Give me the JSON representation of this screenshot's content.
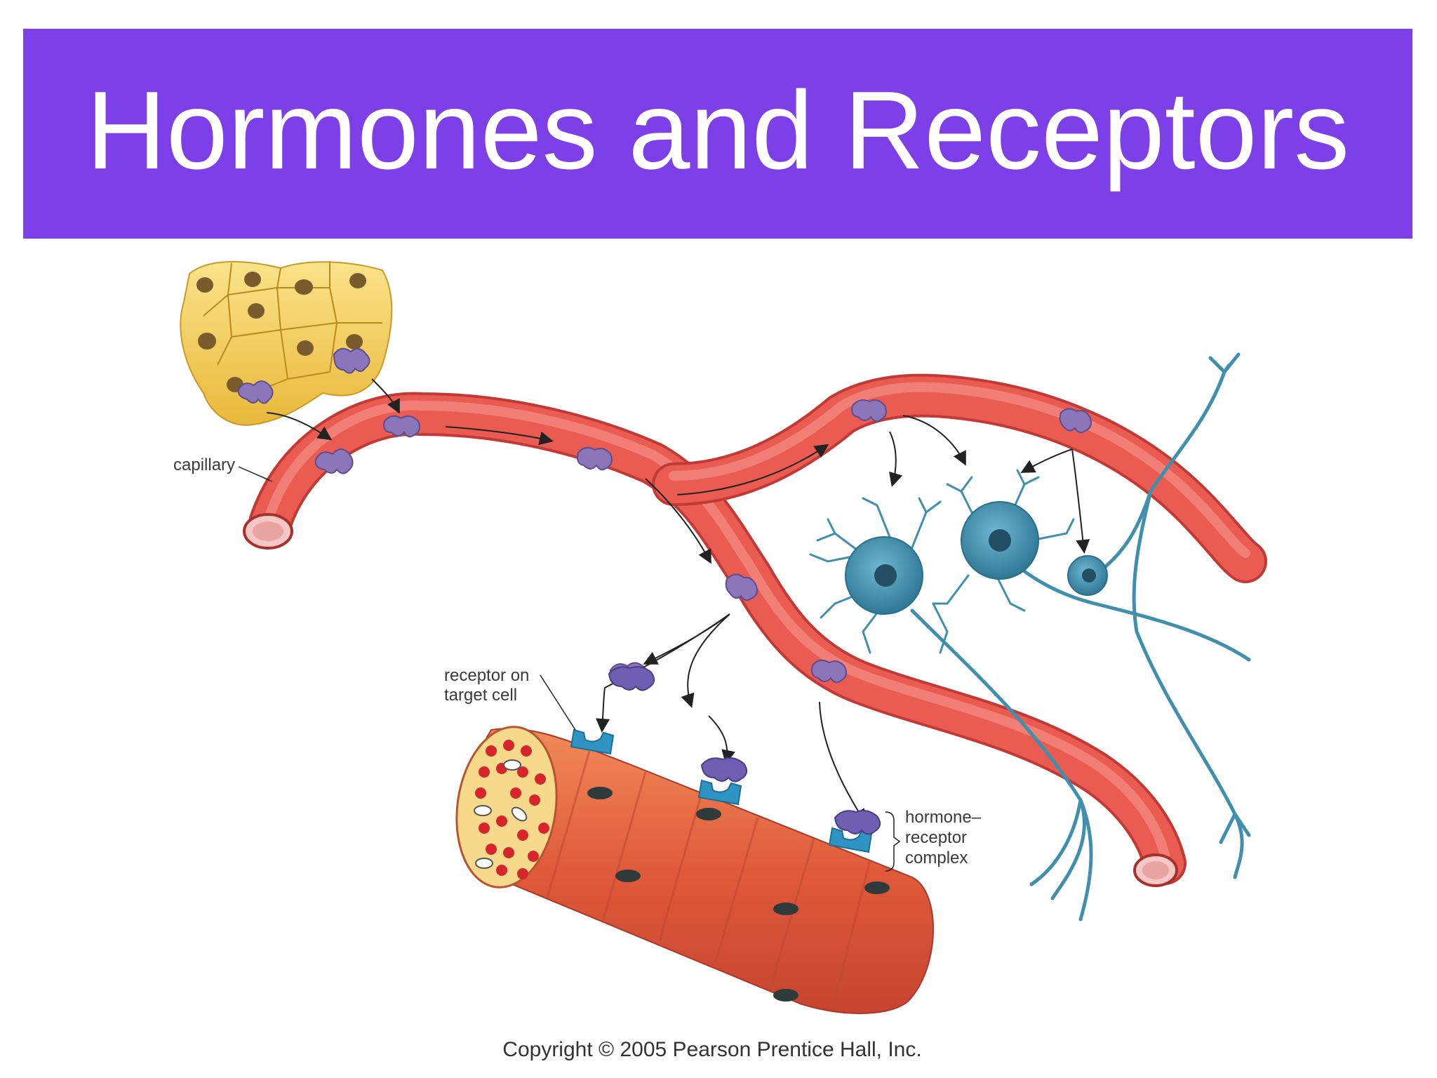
{
  "slide": {
    "title": "Hormones and Receptors"
  },
  "labels": {
    "capillary": "capillary",
    "receptor_line1": "receptor on",
    "receptor_line2": "target cell",
    "complex_line1": "hormone–",
    "complex_line2": "receptor",
    "complex_line3": "complex"
  },
  "copyright": "Copyright © 2005 Pearson Prentice Hall, Inc.",
  "colors": {
    "banner": "#7d3fe8",
    "capillary": "#e8554e",
    "hormone": "#7a67b5",
    "receptor": "#2f93c4",
    "neuron": "#3f8fad",
    "gland_cells": "#f2c94c",
    "muscle_fiber": "#e25b3c"
  }
}
